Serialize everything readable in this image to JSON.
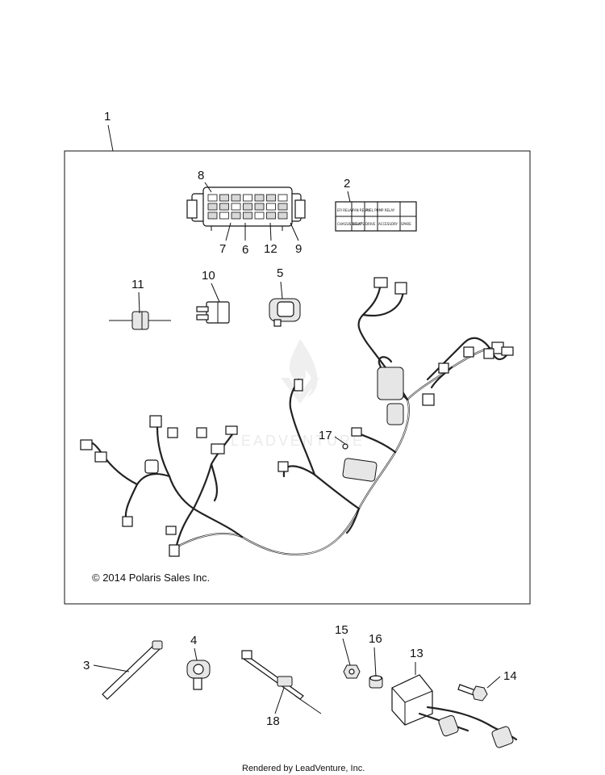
{
  "callouts": {
    "c1": "1",
    "c2": "2",
    "c3": "3",
    "c4": "4",
    "c5": "5",
    "c6": "6",
    "c7": "7",
    "c8": "8",
    "c9": "9",
    "c10": "10",
    "c11": "11",
    "c12": "12",
    "c13": "13",
    "c14": "14",
    "c15": "15",
    "c16": "16",
    "c17": "17",
    "c18": "18"
  },
  "copyright": "© 2014 Polaris Sales Inc.",
  "footer": "Rendered by LeadVenture, Inc.",
  "watermark": "LEADVENTURE",
  "relay_label": {
    "row1": [
      "EFI RELAY",
      "FAN RELAY",
      "FUEL PUMP RELAY"
    ],
    "row2": [
      "CHASSIS RELAY",
      "LIGHTS",
      "DRIVE",
      "ACCESSORY",
      "SPARE"
    ]
  }
}
